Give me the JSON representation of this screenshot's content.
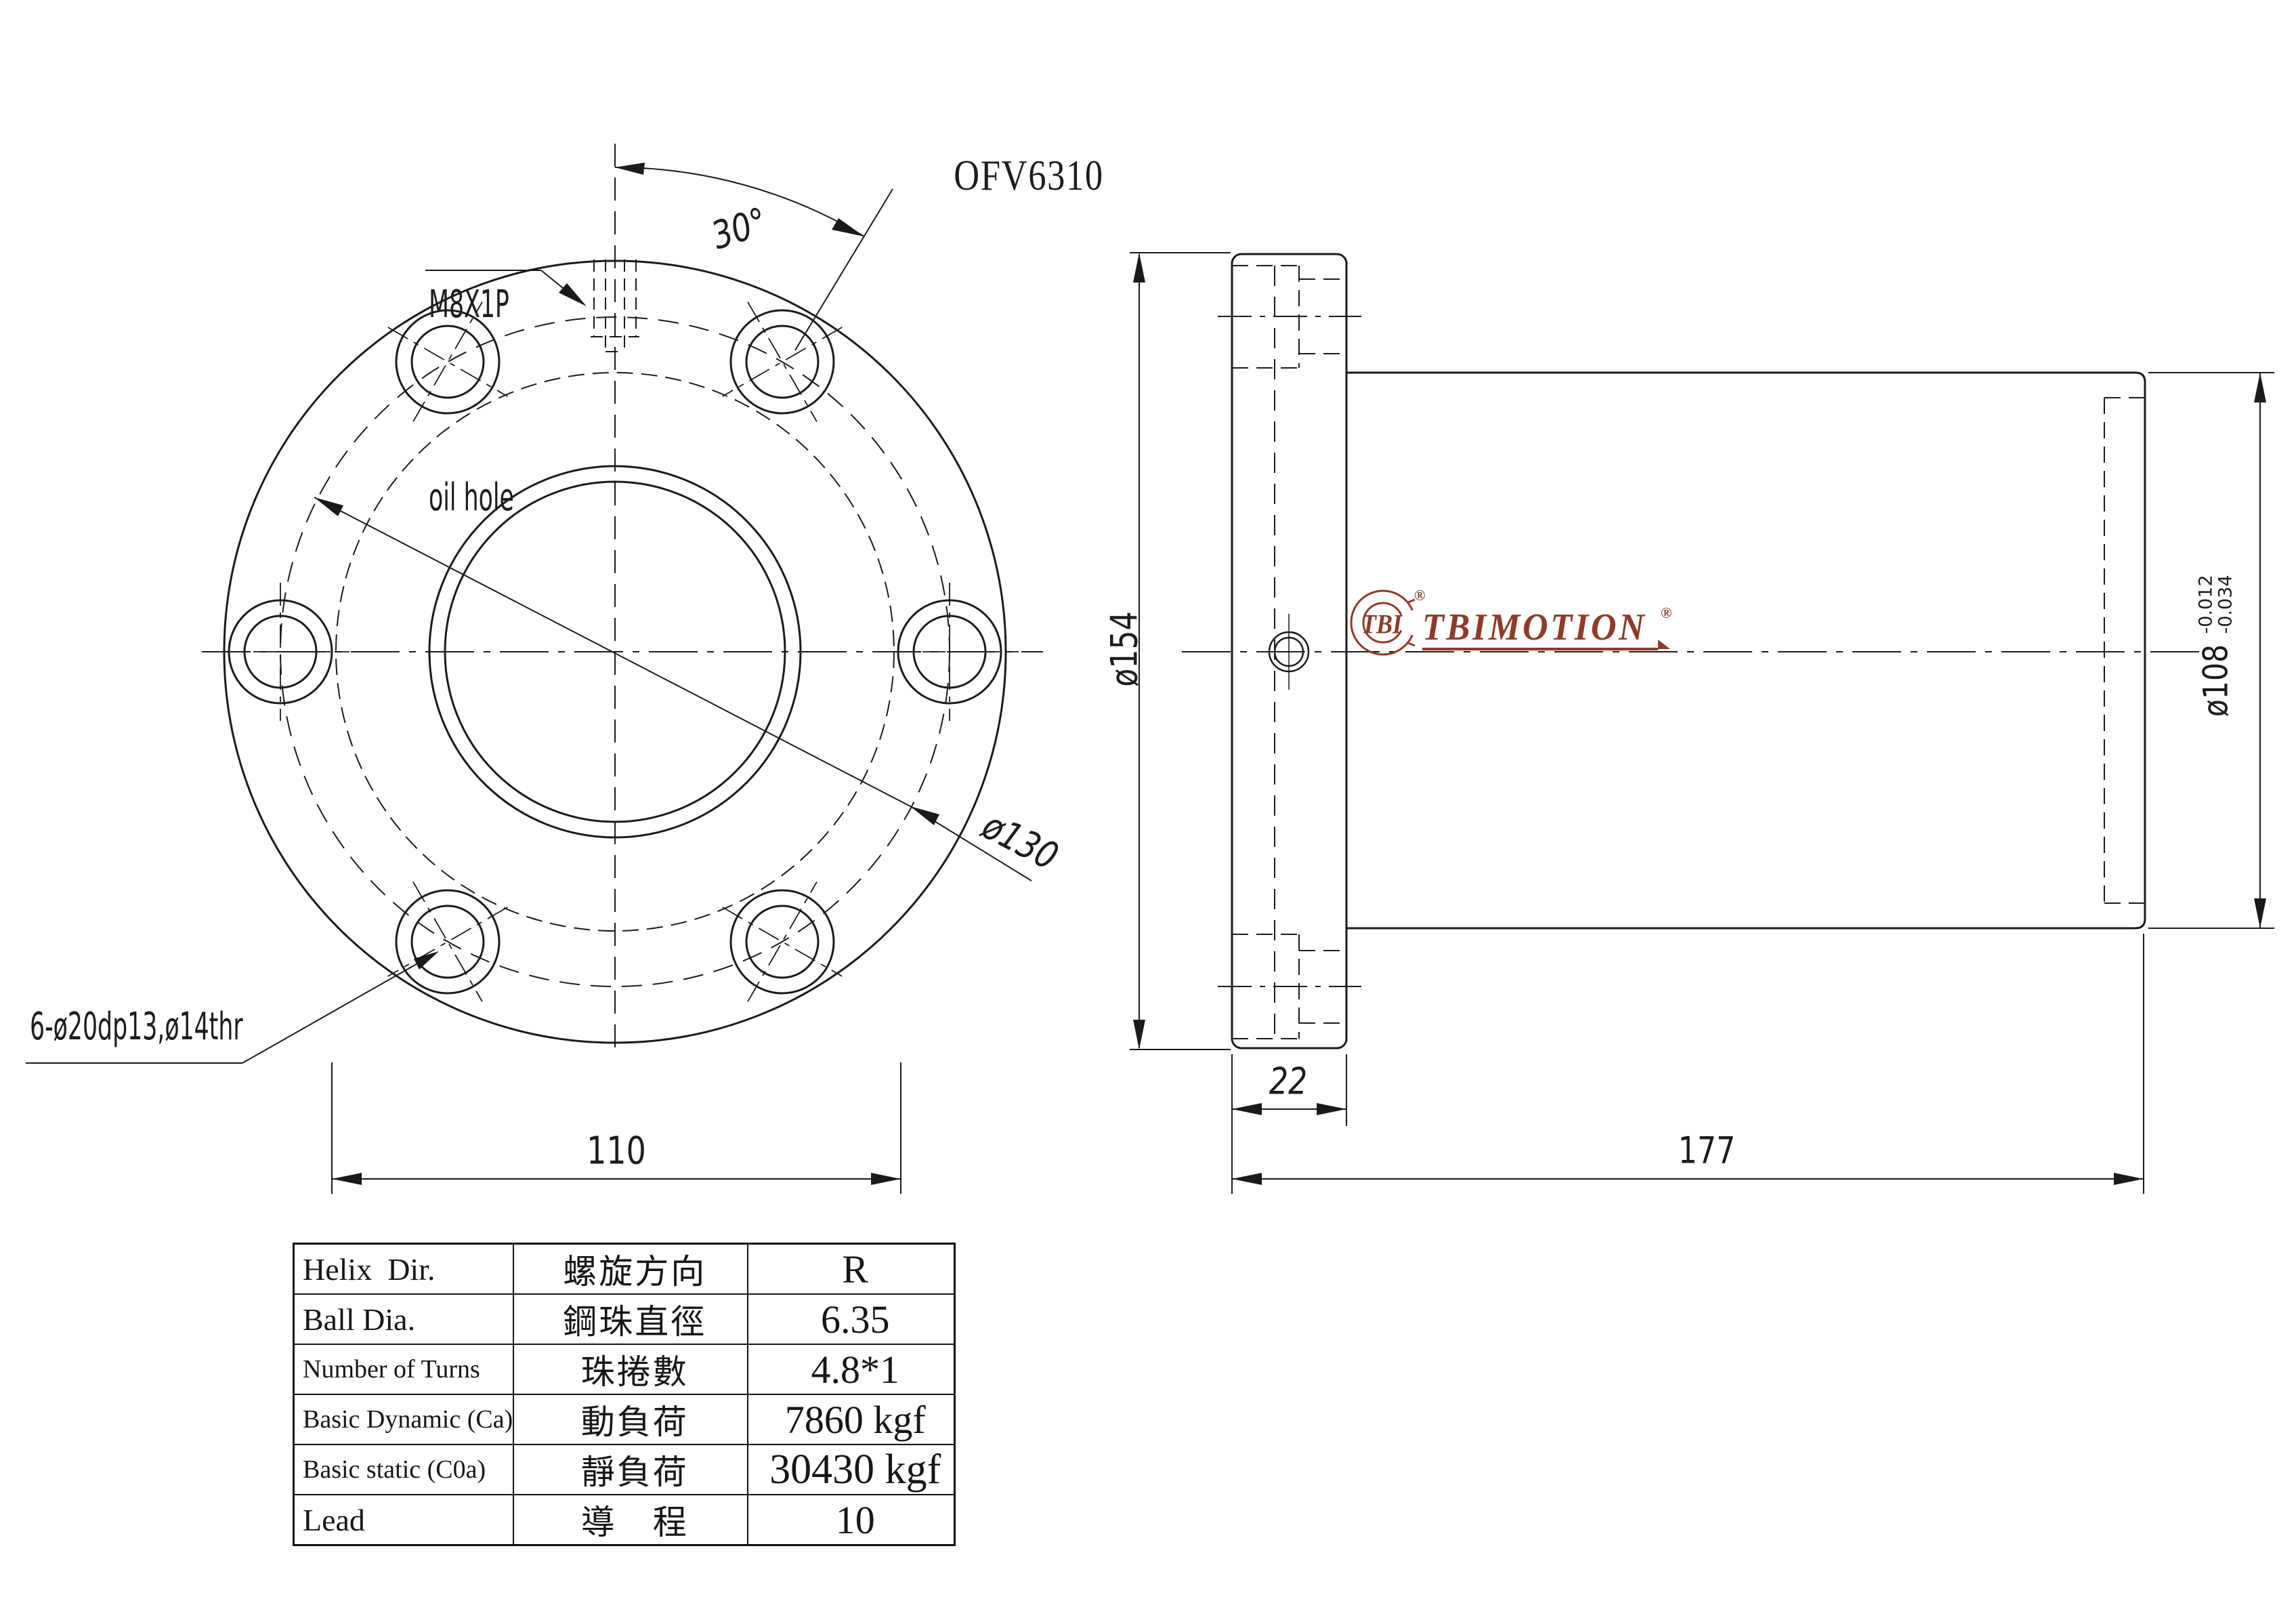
{
  "title": "OFV6310",
  "front_view": {
    "oil_hole_label_1": "M8X1P",
    "oil_hole_label_2": "oil hole",
    "angle_dim": "30°",
    "bolt_circle_dim": "ø130",
    "holes_label": "6-ø20dp13,ø14thr",
    "flange_width_dim": "110"
  },
  "side_view": {
    "flange_od_dim": "ø154",
    "body_od_dim": "ø108",
    "body_od_tol_upper": "-0.012",
    "body_od_tol_lower": "-0.034",
    "flange_thickness_dim": "22",
    "total_length_dim": "177"
  },
  "logo": {
    "mark": "TBI",
    "wordmark": "TBIMOTION",
    "registered": "®",
    "color": "#8d3b27"
  },
  "table": {
    "rows": [
      {
        "en": "Helix  Dir.",
        "zh": "螺旋方向",
        "value": "R"
      },
      {
        "en": "Ball Dia.",
        "zh": "鋼珠直徑",
        "value": "6.35"
      },
      {
        "en": "Number of Turns",
        "zh": "珠捲數",
        "value": "4.8*1"
      },
      {
        "en": "Basic Dynamic (Ca)",
        "zh": "動負荷",
        "value": "7860 kgf"
      },
      {
        "en": "Basic static (C0a)",
        "zh": "靜負荷",
        "value": "30430 kgf"
      },
      {
        "en": "Lead",
        "zh": "導　程",
        "value": "10"
      }
    ]
  }
}
